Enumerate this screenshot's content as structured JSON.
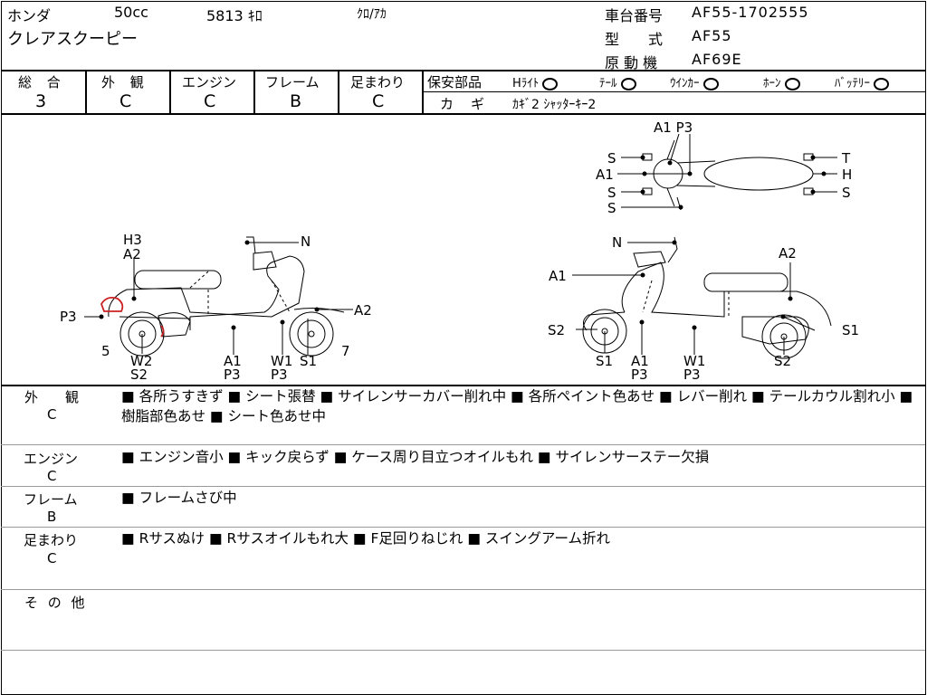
{
  "header": {
    "maker": "ホンダ",
    "displacement": "50cc",
    "mileage": "5813 ｷﾛ",
    "color": "ｸﾛ/ｱｶ",
    "model": "クレアスクーピー",
    "frame_no_label": "車台番号",
    "frame_no": "AF55-1702555",
    "type_label": "型　　式",
    "type": "AF55",
    "engine_label": "原 動 機",
    "engine": "AF69E"
  },
  "grades": {
    "overall_label": "総 合",
    "overall": "3",
    "exterior_label": "外 観",
    "exterior": "C",
    "engine_label": "エンジン",
    "engine": "C",
    "frame_label": "フレーム",
    "frame": "B",
    "suspension_label": "足まわり",
    "suspension": "C"
  },
  "safety": {
    "label": "保安部品",
    "headlight": "Hﾗｲﾄ",
    "tail": "ﾃｰﾙ",
    "winker": "ｳｲﾝｶｰ",
    "horn": "ﾎｰﾝ",
    "battery": "ﾊﾞｯﾃﾘｰ",
    "key_label": "カ　ギ",
    "key_value": "ｶｷﾞ2 ｼｬｯﾀｰｷｰ2"
  },
  "diagram_labels": {
    "l_h3": "H3",
    "l_a2": "A2",
    "l_p3": "P3",
    "l_n": "N",
    "l_a2r": "A2",
    "l_5": "5",
    "l_7": "7",
    "l_w2": "W2",
    "l_s2": "S2",
    "l_a1": "A1",
    "l_p3b": "P3",
    "l_w1": "W1",
    "l_p3c": "P3",
    "l_s1": "S1",
    "t_a1p3": "A1 P3",
    "t_s1": "S",
    "t_a1": "A1",
    "t_s2": "S",
    "t_s3": "S",
    "t_t": "T",
    "t_h": "H",
    "t_s4": "S",
    "r_n": "N",
    "r_a2": "A2",
    "r_a1": "A1",
    "r_s2": "S2",
    "r_s1": "S1",
    "r_s1b": "S1",
    "r_a1b": "A1",
    "r_p3": "P3",
    "r_w1": "W1",
    "r_p3b": "P3",
    "r_s2b": "S2"
  },
  "remarks": [
    {
      "label": "外　　観",
      "grade": "C",
      "text": "■ 各所うすきず ■ シート張替 ■ サイレンサーカバー削れ中 ■ 各所ペイント色あせ ■ レバー削れ ■ テールカウル割れ小 ■ 樹脂部色あせ ■ シート色あせ中"
    },
    {
      "label": "エンジン",
      "grade": "C",
      "text": "■ エンジン音小 ■ キック戻らず ■ ケース周り目立つオイルもれ ■ サイレンサーステー欠損"
    },
    {
      "label": "フレーム",
      "grade": "B",
      "text": "■ フレームさび中"
    },
    {
      "label": "足まわり",
      "grade": "C",
      "text": "■ Rサスぬけ ■ Rサスオイルもれ大 ■ F足回りねじれ ■ スイングアーム折れ"
    },
    {
      "label": "そ の 他",
      "grade": "",
      "text": ""
    }
  ],
  "colors": {
    "damage_mark": "#cc2222",
    "line": "#000000"
  }
}
